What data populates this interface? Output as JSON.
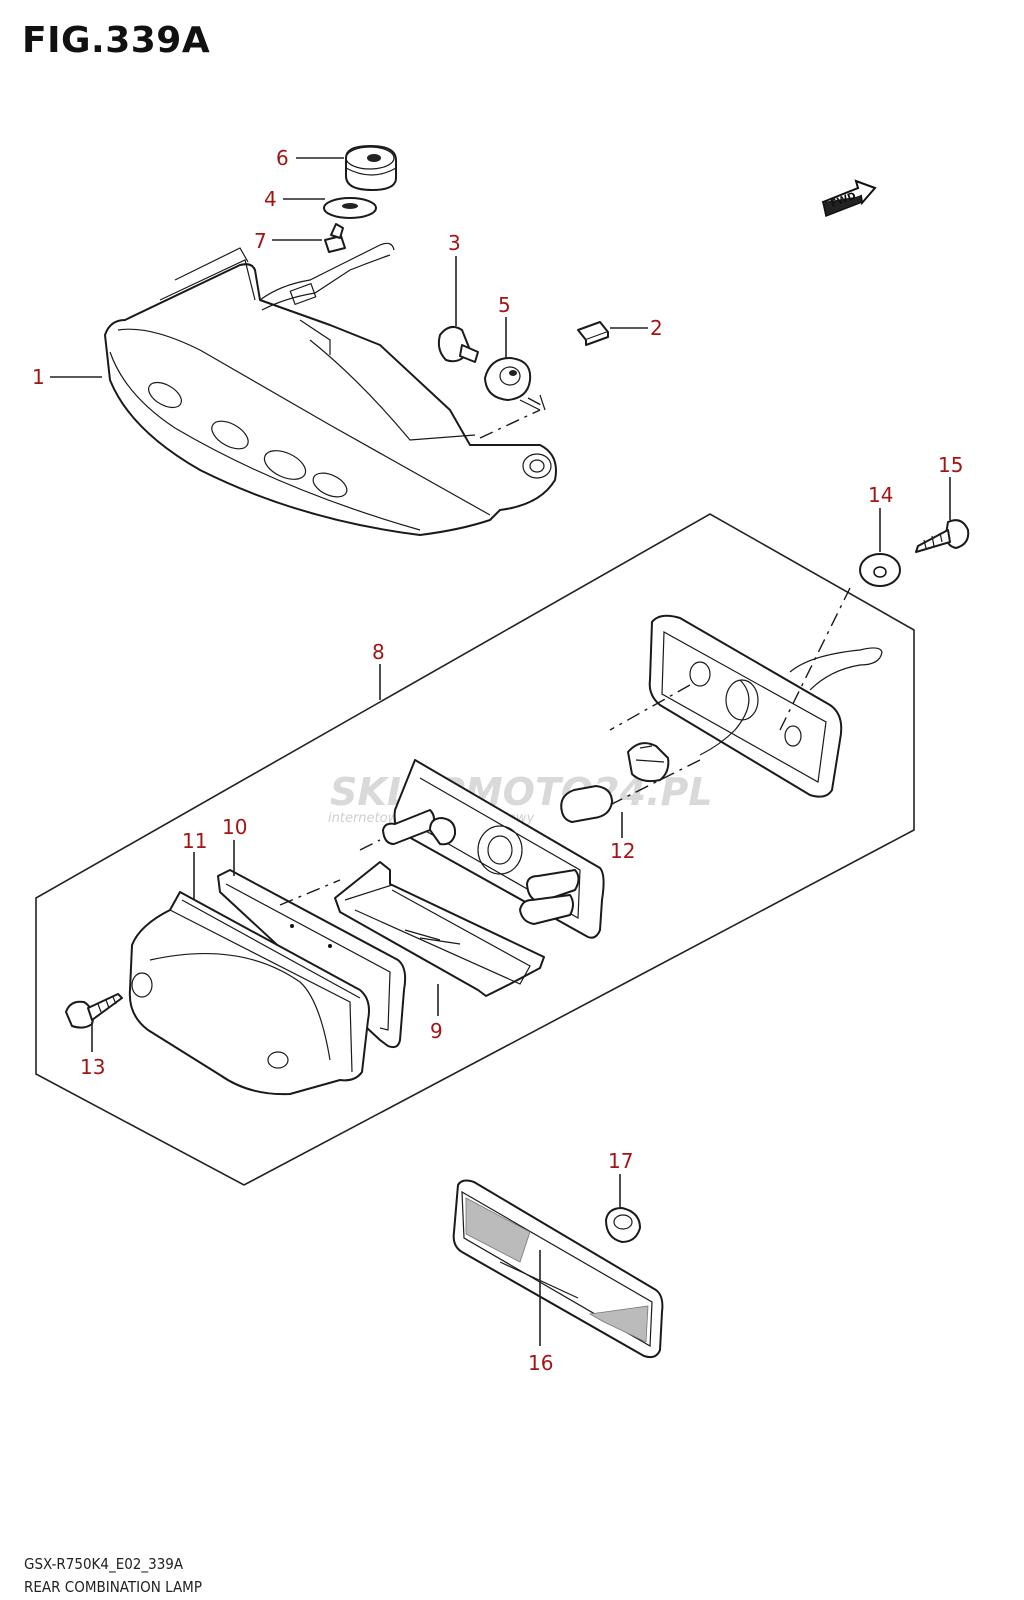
{
  "figure": {
    "title": "FIG.339A",
    "model_code": "GSX-R750K4_E02_339A",
    "name": "REAR COMBINATION LAMP"
  },
  "fwd_label": "FWD",
  "watermark": {
    "brand": "SKLEPMOTO24.PL",
    "tagline": "internetowy sklep motocyklowy"
  },
  "callouts": [
    "1",
    "2",
    "3",
    "4",
    "5",
    "6",
    "7",
    "8",
    "9",
    "10",
    "11",
    "12",
    "13",
    "14",
    "15",
    "16",
    "17"
  ]
}
